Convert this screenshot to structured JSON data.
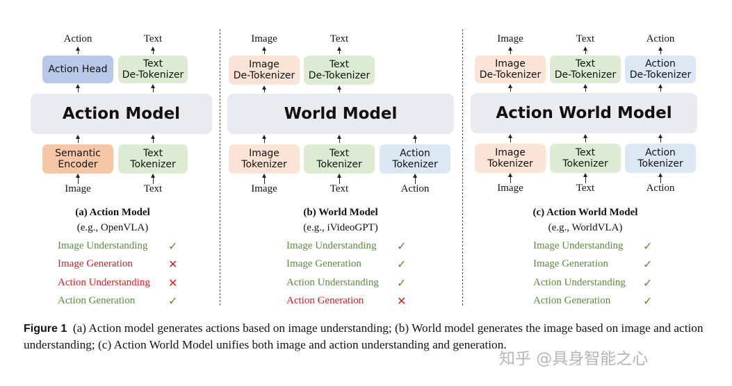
{
  "colors": {
    "blue": "#b8c8e8",
    "green": "#dcebd2",
    "peach": "#fbe3d6",
    "orange": "#f6c6a5",
    "lightblue": "#dce7f4",
    "model_bg": "#e9ebf1",
    "capability_yes": "#5a8a3a",
    "capability_no": "#d81f1f"
  },
  "panels": [
    {
      "model_label": "Action Model",
      "title": "(a) Action Model",
      "example": "(e.g., OpenVLA)",
      "top_blocks": [
        {
          "label": "Action Head",
          "color": "blue",
          "output": "Action"
        },
        {
          "label": "Text\nDe-Tokenizer",
          "color": "green",
          "output": "Text"
        }
      ],
      "bottom_blocks": [
        {
          "label": "Semantic\nEncoder",
          "color": "orange",
          "input": "Image"
        },
        {
          "label": "Text\nTokenizer",
          "color": "green",
          "input": "Text"
        }
      ],
      "capabilities": [
        {
          "label": "Image Understanding",
          "ok": true
        },
        {
          "label": "Image Generation",
          "ok": false
        },
        {
          "label": "Action Understanding",
          "ok": false
        },
        {
          "label": "Action Generation",
          "ok": true
        }
      ]
    },
    {
      "model_label": "World Model",
      "title": "(b) World Model",
      "example": "(e.g., iVideoGPT)",
      "top_blocks": [
        {
          "label": "Image\nDe-Tokenizer",
          "color": "peach",
          "output": "Image"
        },
        {
          "label": "Text\nDe-Tokenizer",
          "color": "green",
          "output": "Text"
        }
      ],
      "bottom_blocks": [
        {
          "label": "Image\nTokenizer",
          "color": "peach",
          "input": "Image"
        },
        {
          "label": "Text\nTokenizer",
          "color": "green",
          "input": "Text"
        },
        {
          "label": "Action\nTokenizer",
          "color": "lightblue",
          "input": "Action"
        }
      ],
      "capabilities": [
        {
          "label": "Image Understanding",
          "ok": true
        },
        {
          "label": "Image Generation",
          "ok": true
        },
        {
          "label": "Action Understanding",
          "ok": true
        },
        {
          "label": "Action Generation",
          "ok": false
        }
      ]
    },
    {
      "model_label": "Action World Model",
      "title": "(c) Action World Model",
      "example": "(e.g., WorldVLA)",
      "top_blocks": [
        {
          "label": "Image\nDe-Tokenizer",
          "color": "peach",
          "output": "Image"
        },
        {
          "label": "Text\nDe-Tokenizer",
          "color": "green",
          "output": "Text"
        },
        {
          "label": "Action\nDe-Tokenizer",
          "color": "lightblue",
          "output": "Action"
        }
      ],
      "bottom_blocks": [
        {
          "label": "Image\nTokenizer",
          "color": "peach",
          "input": "Image"
        },
        {
          "label": "Text\nTokenizer",
          "color": "green",
          "input": "Text"
        },
        {
          "label": "Action\nTokenizer",
          "color": "lightblue",
          "input": "Action"
        }
      ],
      "capabilities": [
        {
          "label": "Image Understanding",
          "ok": true
        },
        {
          "label": "Image Generation",
          "ok": true
        },
        {
          "label": "Action Understanding",
          "ok": true
        },
        {
          "label": "Action Generation",
          "ok": true
        }
      ]
    }
  ],
  "marks": {
    "yes": "✓",
    "no": "✕"
  },
  "caption": {
    "label": "Figure 1",
    "text": "(a) Action model generates actions based on image understanding; (b) World model generates the image based on image and action understanding; (c) Action World Model unifies both image and action understanding and generation."
  },
  "watermark": "知乎 @具身智能之心"
}
